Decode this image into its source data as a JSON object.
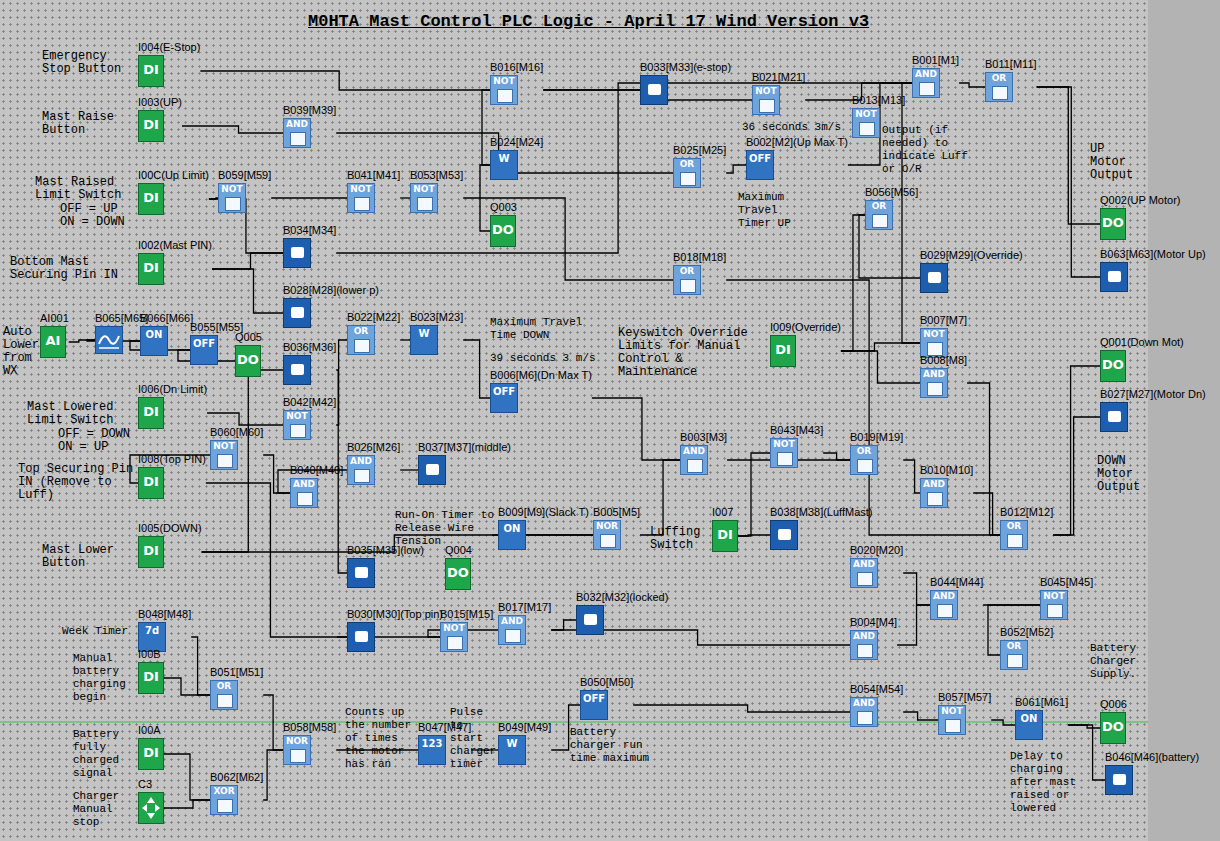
{
  "diagram": {
    "title": "M0HTA Mast Control PLC Logic - April 17 Wind Version v3",
    "nodes": [
      {
        "text": [
          "I004(E-Stop)",
          "DI"
        ]
      },
      {
        "text": [
          "I003(UP)",
          "DI"
        ]
      },
      {
        "text": [
          "I00C(Up Limit)",
          "DI"
        ]
      },
      {
        "text": [
          "I002(Mast PIN)",
          "DI"
        ]
      },
      {
        "text": [
          "AI001",
          "AI"
        ]
      },
      {
        "text": [
          "I006(Dn Limit)",
          "DI"
        ]
      },
      {
        "text": [
          "I008(Top PIN)",
          "DI"
        ]
      },
      {
        "text": [
          "I005(DOWN)",
          "DI"
        ]
      },
      {
        "text": [
          "B048[M48]",
          "7d"
        ]
      },
      {
        "text": [
          "I00B",
          "DI"
        ]
      },
      {
        "text": [
          "I00A",
          "DI"
        ]
      },
      {
        "text": [
          "C3"
        ]
      },
      {
        "text": [
          "B065[M65]"
        ]
      },
      {
        "text": [
          "B066[M66]",
          "ON"
        ]
      },
      {
        "text": [
          "B055[M55]",
          "OFF"
        ]
      },
      {
        "text": [
          "Q005",
          "DO"
        ]
      },
      {
        "text": [
          "B059[M59]",
          "NOT"
        ]
      },
      {
        "text": [
          "B039[M39]",
          "AND"
        ]
      },
      {
        "text": [
          "B034[M34]"
        ]
      },
      {
        "text": [
          "B028[M28](lower p)"
        ]
      },
      {
        "text": [
          "B036[M36]"
        ]
      },
      {
        "text": [
          "B042[M42]",
          "NOT"
        ]
      },
      {
        "text": [
          "B060[M60]",
          "NOT"
        ]
      },
      {
        "text": [
          "B040[M40]",
          "AND"
        ]
      },
      {
        "text": [
          "B058[M58]",
          "NOR"
        ]
      },
      {
        "text": [
          "B062[M62]",
          "XOR"
        ]
      },
      {
        "text": [
          "B051[M51]",
          "OR"
        ]
      },
      {
        "text": [
          "B041[M41]",
          "NOT"
        ]
      },
      {
        "text": [
          "B053[M53]",
          "NOT"
        ]
      },
      {
        "text": [
          "B016[M16]",
          "NOT"
        ]
      },
      {
        "text": [
          "B024[M24]",
          "W"
        ]
      },
      {
        "text": [
          "Q003",
          "DO"
        ]
      },
      {
        "text": [
          "B022[M22]",
          "OR"
        ]
      },
      {
        "text": [
          "B023[M23]",
          "W"
        ]
      },
      {
        "text": [
          "B026[M26]",
          "AND"
        ]
      },
      {
        "text": [
          "B037[M37](middle)"
        ]
      },
      {
        "text": [
          "B035[M35](low)"
        ]
      },
      {
        "text": [
          "Q004",
          "DO"
        ]
      },
      {
        "text": [
          "B030[M30](Top pin)"
        ]
      },
      {
        "text": [
          "B015[M15]",
          "NOT"
        ]
      },
      {
        "text": [
          "B047[M47]",
          "123"
        ]
      },
      {
        "text": [
          "B049[M49]",
          "W"
        ]
      },
      {
        "text": [
          "B009[M9](Slack T)",
          "ON"
        ]
      },
      {
        "text": [
          "B017[M17]",
          "AND"
        ]
      },
      {
        "text": [
          "B006[M6](Dn Max T)",
          "OFF"
        ]
      },
      {
        "text": [
          "B033[M33](e-stop)"
        ]
      },
      {
        "text": [
          "B025[M25]",
          "OR"
        ]
      },
      {
        "text": [
          "B018[M18]",
          "OR"
        ]
      },
      {
        "text": [
          "B003[M3]",
          "AND"
        ]
      },
      {
        "text": [
          "B005[M5]",
          "NOR"
        ]
      },
      {
        "text": [
          "B032[M32](locked)"
        ]
      },
      {
        "text": [
          "B050[M50]",
          "OFF"
        ]
      },
      {
        "text": [
          "B021[M21]",
          "NOT"
        ]
      },
      {
        "text": [
          "B002[M2](Up Max T)",
          "OFF"
        ]
      },
      {
        "text": [
          "B013[M13]",
          "NOT"
        ]
      },
      {
        "text": [
          "B056[M56]",
          "OR"
        ]
      },
      {
        "text": [
          "B029[M29](Override)"
        ]
      },
      {
        "text": [
          "I009(Override)",
          "DI"
        ]
      },
      {
        "text": [
          "B007[M7]",
          "NOT"
        ]
      },
      {
        "text": [
          "B008[M8]",
          "AND"
        ]
      },
      {
        "text": [
          "B043[M43]",
          "NOT"
        ]
      },
      {
        "text": [
          "B019[M19]",
          "OR"
        ]
      },
      {
        "text": [
          "B010[M10]",
          "AND"
        ]
      },
      {
        "text": [
          "I007",
          "DI"
        ]
      },
      {
        "text": [
          "B038[M38](LuffMast)"
        ]
      },
      {
        "text": [
          "B020[M20]",
          "AND"
        ]
      },
      {
        "text": [
          "B004[M4]",
          "AND"
        ]
      },
      {
        "text": [
          "B054[M54]",
          "AND"
        ]
      },
      {
        "text": [
          "B044[M44]",
          "AND"
        ]
      },
      {
        "text": [
          "B001[M1]",
          "AND"
        ]
      },
      {
        "text": [
          "B011[M11]",
          "OR"
        ]
      },
      {
        "text": [
          "B012[M12]",
          "OR"
        ]
      },
      {
        "text": [
          "B045[M45]",
          "NOT"
        ]
      },
      {
        "text": [
          "B052[M52]",
          "OR"
        ]
      },
      {
        "text": [
          "B057[M57]",
          "NOT"
        ]
      },
      {
        "text": [
          "B061[M61]",
          "ON"
        ]
      },
      {
        "text": [
          "Q002(UP Motor)",
          "DO"
        ]
      },
      {
        "text": [
          "B063[M63](Motor Up)"
        ]
      },
      {
        "text": [
          "Q001(Down Mot)",
          "DO"
        ]
      },
      {
        "text": [
          "B027[M27](Motor Dn)"
        ]
      },
      {
        "text": [
          "Q006",
          "DO"
        ]
      },
      {
        "text": [
          "B046[M46](battery)"
        ]
      }
    ],
    "edges": [
      {
        "from": 0,
        "to": 29,
        "arrow": "none"
      },
      {
        "from": 29,
        "to": 45,
        "arrow": "none"
      },
      {
        "from": 29,
        "to": 52,
        "arrow": "none"
      },
      {
        "from": 52,
        "to": 69,
        "arrow": "none"
      },
      {
        "from": 1,
        "to": 17,
        "arrow": "none"
      },
      {
        "from": 17,
        "to": 46,
        "arrow": "none"
      },
      {
        "from": 46,
        "to": 53,
        "arrow": "none"
      },
      {
        "from": 53,
        "to": 69,
        "arrow": "none"
      },
      {
        "from": 2,
        "to": 16,
        "arrow": "none"
      },
      {
        "from": 16,
        "to": 27,
        "arrow": "none"
      },
      {
        "from": 27,
        "to": 28,
        "arrow": "none"
      },
      {
        "from": 28,
        "to": 47,
        "arrow": "none"
      },
      {
        "from": 2,
        "to": 18,
        "arrow": "none"
      },
      {
        "from": 3,
        "to": 18,
        "arrow": "none"
      },
      {
        "from": 3,
        "to": 19,
        "arrow": "none"
      },
      {
        "from": 18,
        "to": 69,
        "arrow": "none"
      },
      {
        "from": 4,
        "to": 12,
        "arrow": "none"
      },
      {
        "from": 12,
        "to": 13,
        "arrow": "none"
      },
      {
        "from": 13,
        "to": 14,
        "arrow": "none"
      },
      {
        "from": 14,
        "to": 15,
        "arrow": "none"
      },
      {
        "from": 5,
        "to": 21,
        "arrow": "none"
      },
      {
        "from": 21,
        "to": 32,
        "arrow": "none"
      },
      {
        "from": 32,
        "to": 33,
        "arrow": "none"
      },
      {
        "from": 33,
        "to": 44,
        "arrow": "none"
      },
      {
        "from": 44,
        "to": 48,
        "arrow": "none"
      },
      {
        "from": 6,
        "to": 22,
        "arrow": "none"
      },
      {
        "from": 22,
        "to": 23,
        "arrow": "none"
      },
      {
        "from": 23,
        "to": 34,
        "arrow": "none"
      },
      {
        "from": 34,
        "to": 35,
        "arrow": "none"
      },
      {
        "from": 7,
        "to": 20,
        "arrow": "none"
      },
      {
        "from": 20,
        "to": 36,
        "arrow": "none"
      },
      {
        "from": 7,
        "to": 49,
        "arrow": "none"
      },
      {
        "from": 42,
        "to": 49,
        "arrow": "none"
      },
      {
        "from": 49,
        "to": 48,
        "arrow": "none"
      },
      {
        "from": 48,
        "to": 61,
        "arrow": "none"
      },
      {
        "from": 57,
        "to": 58,
        "arrow": "none"
      },
      {
        "from": 57,
        "to": 59,
        "arrow": "none"
      },
      {
        "from": 57,
        "to": 55,
        "arrow": "none"
      },
      {
        "from": 58,
        "to": 69,
        "arrow": "none"
      },
      {
        "from": 59,
        "to": 71,
        "arrow": "none"
      },
      {
        "from": 55,
        "to": 56,
        "arrow": "none"
      },
      {
        "from": 69,
        "to": 70,
        "arrow": "none"
      },
      {
        "from": 70,
        "to": 76,
        "arrow": "none"
      },
      {
        "from": 70,
        "to": 77,
        "arrow": "none"
      },
      {
        "from": 47,
        "to": 71,
        "arrow": "none"
      },
      {
        "from": 63,
        "to": 64,
        "arrow": "none"
      },
      {
        "from": 63,
        "to": 60,
        "arrow": "none"
      },
      {
        "from": 60,
        "to": 61,
        "arrow": "none"
      },
      {
        "from": 61,
        "to": 62,
        "arrow": "none"
      },
      {
        "from": 62,
        "to": 71,
        "arrow": "none"
      },
      {
        "from": 71,
        "to": 78,
        "arrow": "none"
      },
      {
        "from": 71,
        "to": 79,
        "arrow": "none"
      },
      {
        "from": 65,
        "to": 68,
        "arrow": "none"
      },
      {
        "from": 66,
        "to": 68,
        "arrow": "none"
      },
      {
        "from": 68,
        "to": 72,
        "arrow": "none"
      },
      {
        "from": 72,
        "to": 73,
        "arrow": "none"
      },
      {
        "from": 67,
        "to": 74,
        "arrow": "none"
      },
      {
        "from": 74,
        "to": 75,
        "arrow": "none"
      },
      {
        "from": 75,
        "to": 80,
        "arrow": "none"
      },
      {
        "from": 75,
        "to": 81,
        "arrow": "none"
      },
      {
        "from": 9,
        "to": 26,
        "arrow": "none"
      },
      {
        "from": 8,
        "to": 26,
        "arrow": "none"
      },
      {
        "from": 26,
        "to": 24,
        "arrow": "none"
      },
      {
        "from": 10,
        "to": 25,
        "arrow": "none"
      },
      {
        "from": 11,
        "to": 25,
        "arrow": "none"
      },
      {
        "from": 25,
        "to": 24,
        "arrow": "none"
      },
      {
        "from": 24,
        "to": 40,
        "arrow": "none"
      },
      {
        "from": 40,
        "to": 41,
        "arrow": "none"
      },
      {
        "from": 41,
        "to": 51,
        "arrow": "none"
      },
      {
        "from": 51,
        "to": 67,
        "arrow": "none"
      },
      {
        "from": 38,
        "to": 39,
        "arrow": "none"
      },
      {
        "from": 39,
        "to": 43,
        "arrow": "none"
      },
      {
        "from": 43,
        "to": 50,
        "arrow": "none"
      },
      {
        "from": 29,
        "to": 30,
        "arrow": "none"
      },
      {
        "from": 30,
        "to": 31,
        "arrow": "none"
      },
      {
        "from": 6,
        "to": 38,
        "arrow": "none"
      },
      {
        "from": 43,
        "to": 66,
        "arrow": "none"
      }
    ],
    "labels": [
      "Emergency Stop Button",
      "Mast Raise Button",
      "Mast Raised Limit Switch",
      "OFF = UP",
      "ON = DOWN",
      "Bottom Mast Securing Pin IN",
      "Auto Lower from WX",
      "Mast Lowered Limit Switch",
      "OFF = DOWN",
      "ON = UP",
      "Top Securing Pin IN (Remove to Luff)",
      "Mast Lower Button",
      "Week Timer",
      "Manual battery charging begin",
      "Battery fully charged signal",
      "Charger Manual stop",
      "36 seconds 3m/s",
      "Output (if needed) to indicate Luff or O/R",
      "UP Motor Output",
      "Maximum Travel Timer UP",
      "Maximum Travel Time DOWN",
      "39 seconds 3 m/s",
      "Keyswitch Override Limits for Manual Control & Maintenance",
      "DOWN Motor Output",
      "Run-On Timer to Release Wire Tension",
      "Luffing Switch",
      "Counts up the number of times the motor has ran",
      "Pulse to start charger timer",
      "Battery charger run time maximum",
      "Battery Charger Supply.",
      "Delay to charging after mast raised or lowered"
    ]
  }
}
